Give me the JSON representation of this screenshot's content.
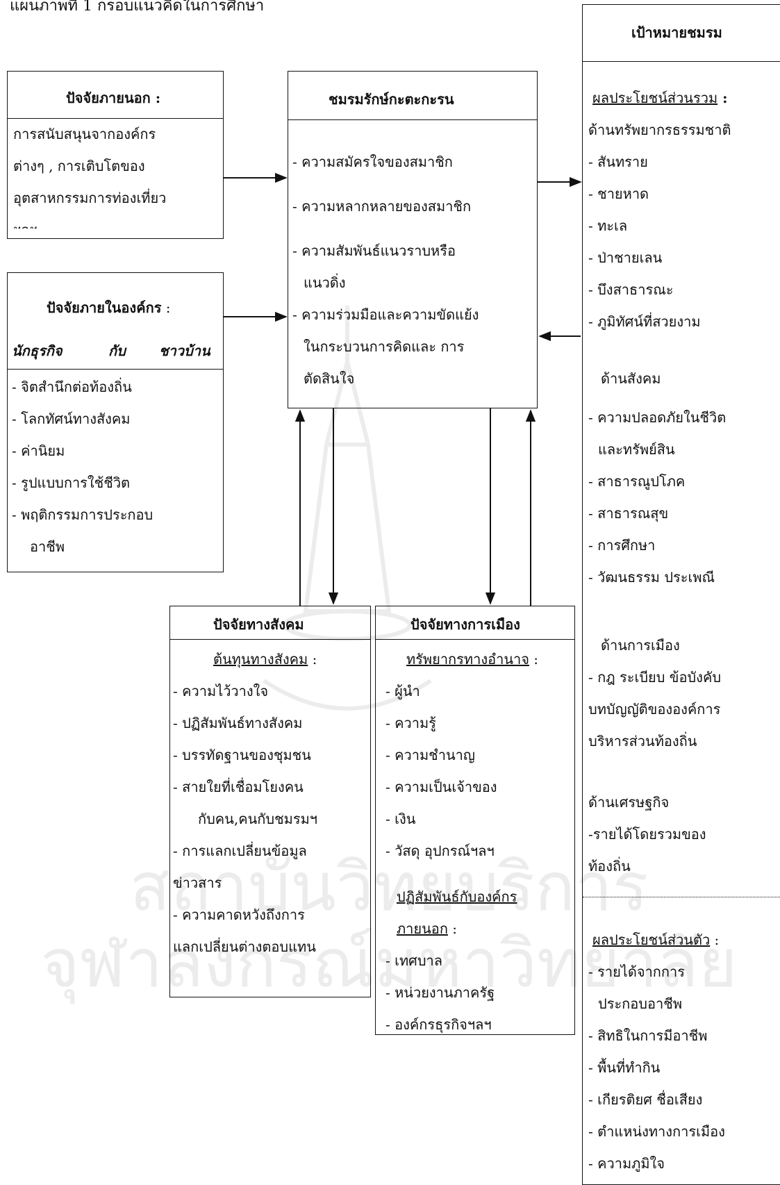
{
  "heading": "แผนภาพที่ 1 กรอบแนวคิดในการศึกษา",
  "watermark": {
    "line1": "สถาบันวิทยบริการ",
    "line2": "จุฬาลงกรณ์มหาวิทยาลัย",
    "color": "#e7e7e7"
  },
  "external_factors": {
    "title": "ปัจจัยภายนอก",
    "title_suffix": " :",
    "lines": [
      "การสนับสนุนจากองค์กร",
      "ต่างๆ , การเติบโตของ",
      "อุตสาหกรรมการท่องเที่ยว",
      "ฯลฯ"
    ]
  },
  "internal_factors": {
    "title": "ปัจจัยภายในองค์กร",
    "title_suffix": " :",
    "actors": [
      "นักธุรกิจ",
      "กับ",
      "ชาวบ้าน"
    ],
    "lines": [
      "- จิตสำนึกต่อท้องถิ่น",
      "- โลกทัศน์ทางสังคม",
      "- ค่านิยม",
      "- รูปแบบการใช้ชีวิต",
      "- พฤติกรรมการประกอบ",
      "อาชีพ"
    ]
  },
  "club": {
    "title": "ชมรมรักษ์กะตะกะรน",
    "lines": [
      "- ความสมัครใจของสมาชิก",
      "- ความหลากหลายของสมาชิก",
      "- ความสัมพันธ์แนวราบหรือ",
      "แนวดิ่ง",
      "- ความร่วมมือและความขัดแย้ง",
      "ในกระบวนการคิดและ การ",
      "ตัดสินใจ"
    ]
  },
  "social_factors": {
    "title": "ปัจจัยทางสังคม",
    "subtitle": "ต้นทุนทางสังคม",
    "subtitle_suffix": " :",
    "lines": [
      "- ความไว้วางใจ",
      "- ปฏิสัมพันธ์ทางสังคม",
      "- บรรทัดฐานของชุมชน",
      "- สายใยที่เชื่อมโยงคน",
      "กับคน,คนกับชมรมฯ",
      "- การแลกเปลี่ยนข้อมูล",
      "ข่าวสาร",
      "- ความคาดหวังถึงการ",
      "แลกเปลี่ยนต่างตอบแทน"
    ]
  },
  "political_factors": {
    "title": "ปัจจัยทางการเมือง",
    "subtitle": "ทรัพยากรทางอำนาจ",
    "subtitle_suffix": " :",
    "lines": [
      "- ผู้นำ",
      "- ความรู้",
      "- ความชำนาญ",
      "- ความเป็นเจ้าของ",
      "- เงิน",
      "- วัสดุ อุปกรณ์ฯลฯ"
    ],
    "subtitle2_line1": "ปฏิสัมพันธ์กับองค์กร",
    "subtitle2_line2": "ภายนอก",
    "subtitle2_suffix": " :",
    "lines2": [
      "- เทศบาล",
      "- หน่วยงานภาครัฐ",
      "- องค์กรธุรกิจฯลฯ"
    ]
  },
  "goals": {
    "title": "เป้าหมายชมรม",
    "collective_title": "ผลประโยชน์ส่วนรวม",
    "collective_suffix": " :",
    "natural_heading": "ด้านทรัพยากรธรรมชาติ",
    "natural_items": [
      "- สันทราย",
      "- ชายหาด",
      "- ทะเล",
      "- ป่าชายเลน",
      "- บึงสาธารณะ",
      "- ภูมิทัศน์ที่สวยงาม"
    ],
    "social_heading": "ด้านสังคม",
    "social_items": [
      "- ความปลอดภัยในชีวิต",
      "และทรัพย์สิน",
      "- สาธารณูปโภค",
      "- สาธารณสุข",
      "- การศึกษา",
      "- วัฒนธรรม ประเพณี"
    ],
    "political_heading": "ด้านการเมือง",
    "political_items": [
      "- กฎ ระเบียบ ข้อบังคับ",
      "บทบัญญัติขององค์การ",
      "บริหารส่วนท้องถิ่น"
    ],
    "economic_heading": "ด้านเศรษฐกิจ",
    "economic_items": [
      "-รายได้โดยรวมของ",
      "ท้องถิ่น"
    ],
    "personal_title": "ผลประโยชน์ส่วนตัว",
    "personal_suffix": " :",
    "personal_items": [
      "- รายได้จากการ",
      "ประกอบอาชีพ",
      "- สิทธิในการมีอาชีพ",
      "- พื้นที่ทำกิน",
      "- เกียรติยศ ชื่อเสียง",
      "- ตำแหน่งทางการเมือง",
      "- ความภูมิใจ"
    ]
  }
}
